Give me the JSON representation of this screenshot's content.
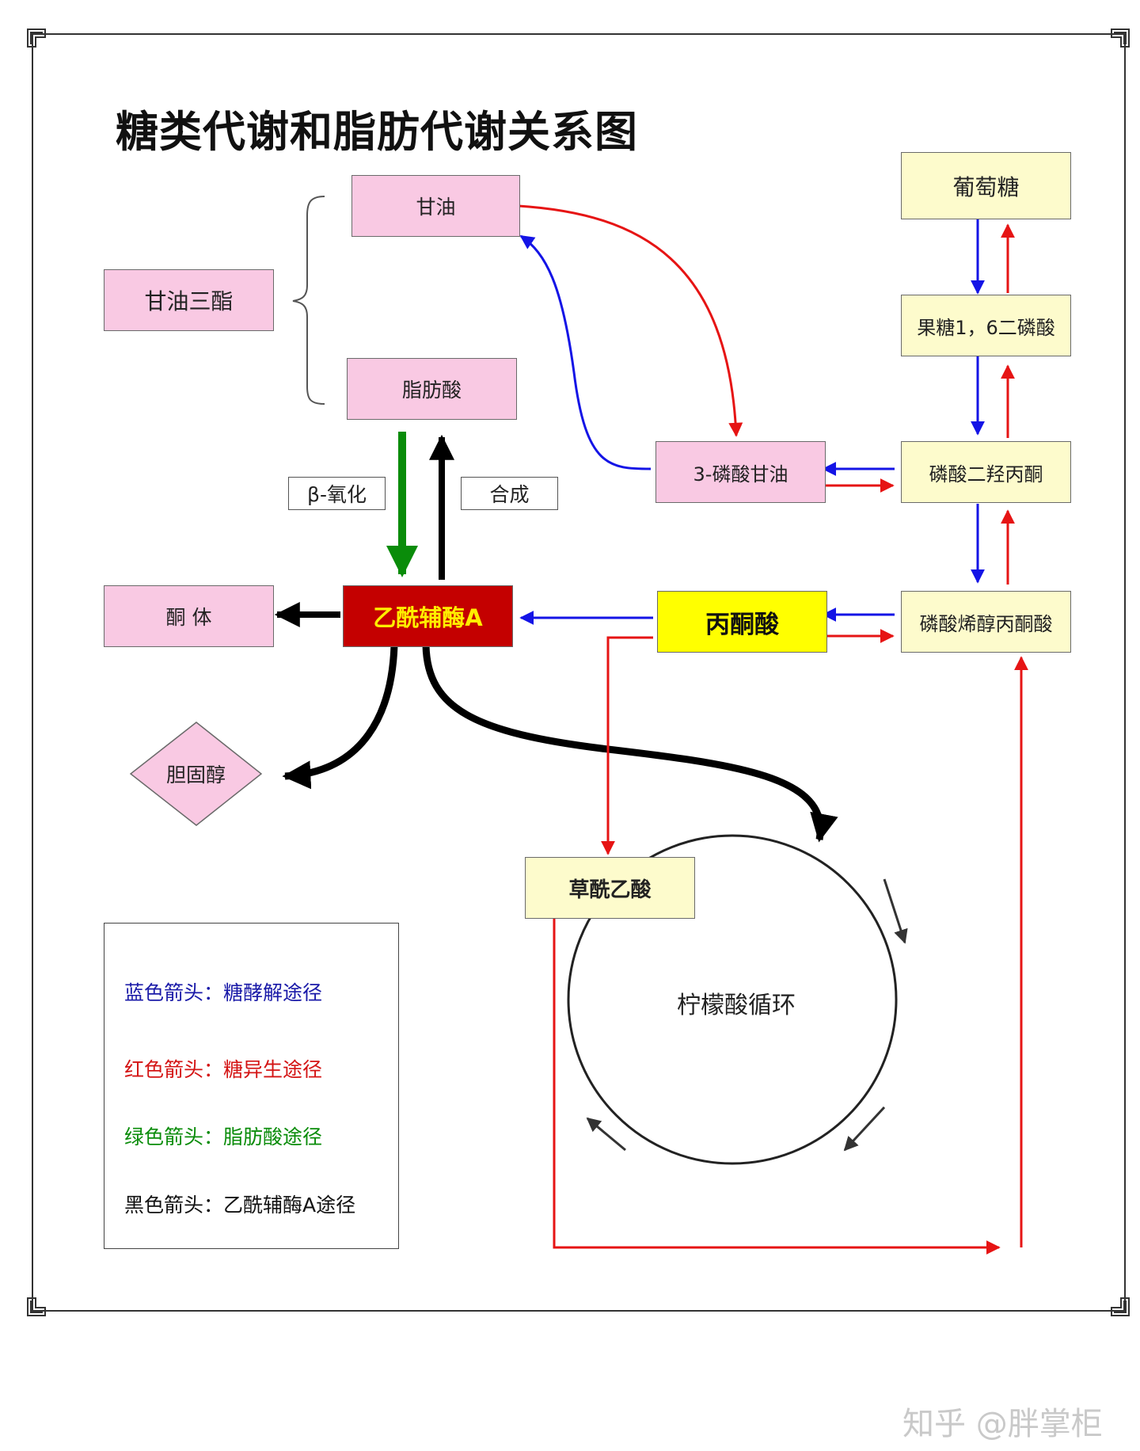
{
  "title": "糖类代谢和脂肪代谢关系图",
  "nodes": {
    "glycerol": "甘油",
    "triglyceride": "甘油三酯",
    "fatty_acid": "脂肪酸",
    "glucose": "葡萄糖",
    "f16bp": "果糖1，6二磷酸",
    "g3p": "3-磷酸甘油",
    "dhap": "磷酸二羟丙酮",
    "acetyl_coa": "乙酰辅酶A",
    "ketone": "酮 体",
    "pyruvate": "丙酮酸",
    "pep": "磷酸烯醇丙酮酸",
    "cholesterol": "胆固醇",
    "oxaloacetate": "草酰乙酸",
    "tca_cycle": "柠檬酸循环"
  },
  "edge_labels": {
    "beta_oxidation": "β-氧化",
    "synthesis": "合成"
  },
  "legend": {
    "blue": "蓝色箭头：糖酵解途径",
    "red": "红色箭头：糖异生途径",
    "green": "绿色箭头：脂肪酸途径",
    "black": "黑色箭头：乙酰辅酶A途径"
  },
  "colors": {
    "blue": "#1414e6",
    "red": "#e61414",
    "green": "#0a8c0a",
    "black": "#000000",
    "pink_node": "#f9c9e3",
    "cream_node": "#fdfbcc",
    "pyruvate_node": "#ffff00",
    "acetyl_node": "#c40000",
    "acetyl_text": "#ffee00"
  },
  "watermark": "知乎 @胖掌柜"
}
